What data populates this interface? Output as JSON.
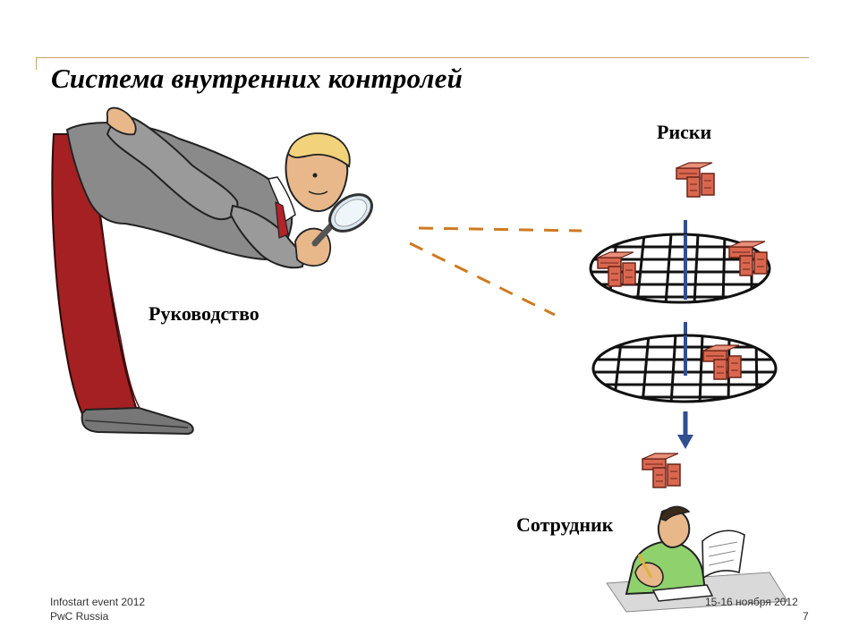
{
  "slide": {
    "title": "Система внутренних контролей",
    "labels": {
      "management": "Руководство",
      "risks": "Риски",
      "employee": "Сотрудник"
    }
  },
  "footer": {
    "event": "Infostart event 2012",
    "organization": "PwC Russia",
    "date": "15-16 ноября 2012",
    "page_number": "7"
  },
  "colors": {
    "accent_rule": "#c9a468",
    "dashed_line": "#d07a22",
    "arrow": "#2f4f8f",
    "brick": "#d9674f",
    "trousers": "#a52022",
    "jacket": "#8a8a8a"
  }
}
